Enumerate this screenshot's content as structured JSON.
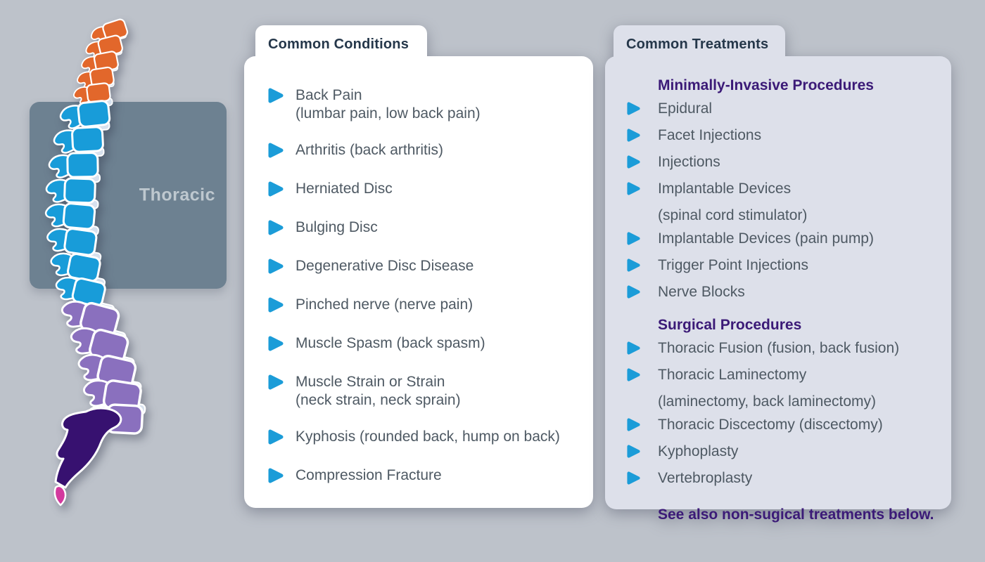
{
  "colors": {
    "background": "#BDC2CA",
    "panel_white": "#FFFFFF",
    "panel_lavender": "#DDE0EA",
    "tab_text_navy": "#25374A",
    "list_text": "#4E5963",
    "heading_purple": "#3B1A77",
    "bullet_blue": "#1B9CD8"
  },
  "spine": {
    "region_label": "Thoracic",
    "region_box_color": "#6D8191",
    "region_label_color": "#BEC8CF",
    "disc_color": "#D7E1EE",
    "segments": [
      {
        "name": "cervical",
        "color": "#E2672B"
      },
      {
        "name": "thoracic",
        "color": "#189CD9"
      },
      {
        "name": "lumbar",
        "color": "#8A70BE"
      },
      {
        "name": "sacrum",
        "color": "#371170"
      },
      {
        "name": "coccyx",
        "color": "#D3399E"
      }
    ]
  },
  "conditions_panel": {
    "tab_label": "Common Conditions",
    "items": [
      {
        "lines": [
          "Back Pain",
          "(lumbar pain, low back pain)"
        ]
      },
      {
        "lines": [
          "Arthritis (back arthritis)"
        ]
      },
      {
        "lines": [
          "Herniated Disc"
        ]
      },
      {
        "lines": [
          "Bulging Disc"
        ]
      },
      {
        "lines": [
          "Degenerative Disc Disease"
        ]
      },
      {
        "lines": [
          "Pinched nerve (nerve pain)"
        ]
      },
      {
        "lines": [
          "Muscle Spasm (back spasm)"
        ]
      },
      {
        "lines": [
          "Muscle Strain or Strain",
          "(neck strain, neck sprain)"
        ]
      },
      {
        "lines": [
          "Kyphosis (rounded back, hump on back)"
        ]
      },
      {
        "lines": [
          "Compression Fracture"
        ]
      }
    ]
  },
  "treatments_panel": {
    "tab_label": "Common Treatments",
    "sections": [
      {
        "heading": "Minimally-Invasive Procedures",
        "items": [
          {
            "lines": [
              "Epidural"
            ]
          },
          {
            "lines": [
              "Facet Injections"
            ]
          },
          {
            "lines": [
              "Injections"
            ]
          },
          {
            "lines": [
              "Implantable Devices",
              "(spinal cord stimulator)"
            ]
          },
          {
            "lines": [
              "Implantable Devices (pain pump)"
            ]
          },
          {
            "lines": [
              "Trigger Point Injections"
            ]
          },
          {
            "lines": [
              "Nerve Blocks"
            ]
          }
        ]
      },
      {
        "heading": "Surgical Procedures",
        "items": [
          {
            "lines": [
              "Thoracic Fusion (fusion, back fusion)"
            ]
          },
          {
            "lines": [
              "Thoracic Laminectomy",
              "(laminectomy, back laminectomy)"
            ]
          },
          {
            "lines": [
              "Thoracic Discectomy (discectomy)"
            ]
          },
          {
            "lines": [
              "Kyphoplasty"
            ]
          },
          {
            "lines": [
              "Vertebroplasty"
            ]
          }
        ]
      }
    ],
    "footer_note": "See also non-sugical treatments below."
  }
}
